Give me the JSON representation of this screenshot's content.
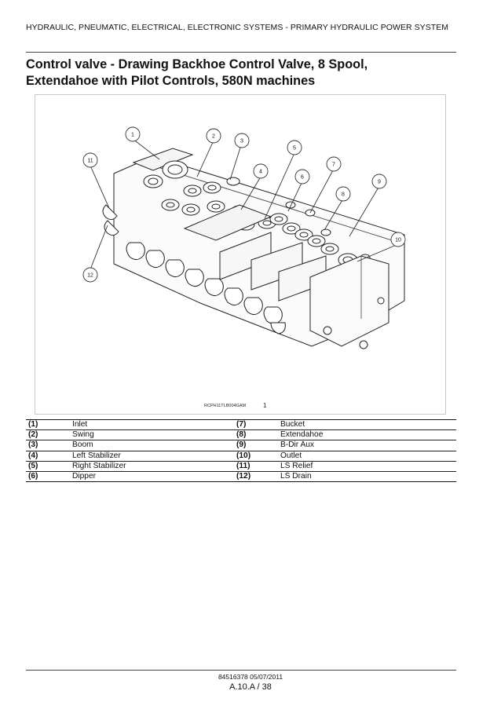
{
  "header": {
    "text": "HYDRAULIC, PNEUMATIC, ELECTRICAL, ELECTRONIC SYSTEMS - PRIMARY HYDRAULIC POWER SYSTEM"
  },
  "title": {
    "line1": "Control valve - Drawing Backhoe Control Valve, 8 Spool,",
    "line2": "Extendahoe with Pilot Controls, 580N machines"
  },
  "figure": {
    "reference": "RCPH11TLB004GAM",
    "number": "1",
    "callouts": [
      "1",
      "2",
      "3",
      "4",
      "5",
      "6",
      "7",
      "8",
      "9",
      "10",
      "11",
      "12"
    ]
  },
  "legend": [
    {
      "n1": "(1)",
      "l1": "Inlet",
      "n2": "(7)",
      "l2": "Bucket"
    },
    {
      "n1": "(2)",
      "l1": "Swing",
      "n2": "(8)",
      "l2": "Extendahoe"
    },
    {
      "n1": "(3)",
      "l1": "Boom",
      "n2": "(9)",
      "l2": "B-Dir Aux"
    },
    {
      "n1": "(4)",
      "l1": "Left Stabilizer",
      "n2": "(10)",
      "l2": "Outlet"
    },
    {
      "n1": "(5)",
      "l1": "Right Stabilizer",
      "n2": "(11)",
      "l2": "LS Relief"
    },
    {
      "n1": "(6)",
      "l1": "Dipper",
      "n2": "(12)",
      "l2": "LS Drain"
    }
  ],
  "footer": {
    "code": "84516378 05/07/2011",
    "page": "A.10.A / 38"
  }
}
